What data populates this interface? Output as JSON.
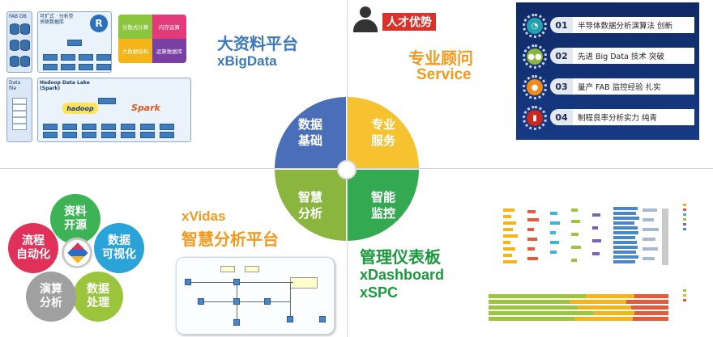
{
  "top_left": {
    "title_cn": "大资料平台",
    "title_en": "xBigData",
    "diagram": {
      "fab_db": "FAB DB",
      "distributed_label": "可扩式 · 分析型\n关联数据库",
      "hadoop_label": "Hadoop Data Lake\n(Spark)",
      "data_file": "Data\nfile",
      "puzzle": [
        "分散式计算",
        "内存运算",
        "大数据结构",
        "运算数据库"
      ]
    }
  },
  "top_right": {
    "badge": "人才优势",
    "title_cn": "专业顾问",
    "title_en": "Service",
    "items": [
      {
        "num": "01",
        "text": "半导体数据分析演算法  创新",
        "color": "#23a0ad",
        "icon": "gauge-icon"
      },
      {
        "num": "02",
        "text": "先进 Big Data 技术  突破",
        "color": "#8ab53e",
        "icon": "team-icon"
      },
      {
        "num": "03",
        "text": "量产 FAB 监控经验  扎实",
        "color": "#ef8a1e",
        "icon": "person-icon"
      },
      {
        "num": "04",
        "text": "制程良率分析实力  纯青",
        "color": "#c8281e",
        "icon": "chart-icon"
      }
    ]
  },
  "center": {
    "tl": "数据\n基础",
    "tr": "专业\n服务",
    "bl": "智慧\n分析",
    "br": "智能\n监控"
  },
  "bottom_left": {
    "title_en": "xVidas",
    "title_cn": "智慧分析平台",
    "petals": [
      {
        "label": "资料\n开源",
        "color": "#3db356"
      },
      {
        "label": "数据\n可视化",
        "color": "#2aa3d8"
      },
      {
        "label": "数据\n处理",
        "color": "#9bc53d"
      },
      {
        "label": "演算\n分析",
        "color": "#a0a0a0"
      },
      {
        "label": "流程\n自动化",
        "color": "#e0315a"
      }
    ]
  },
  "bottom_right": {
    "title_cn": "管理仪表板",
    "title_en1": "xDashboard",
    "title_en2": "xSPC"
  }
}
